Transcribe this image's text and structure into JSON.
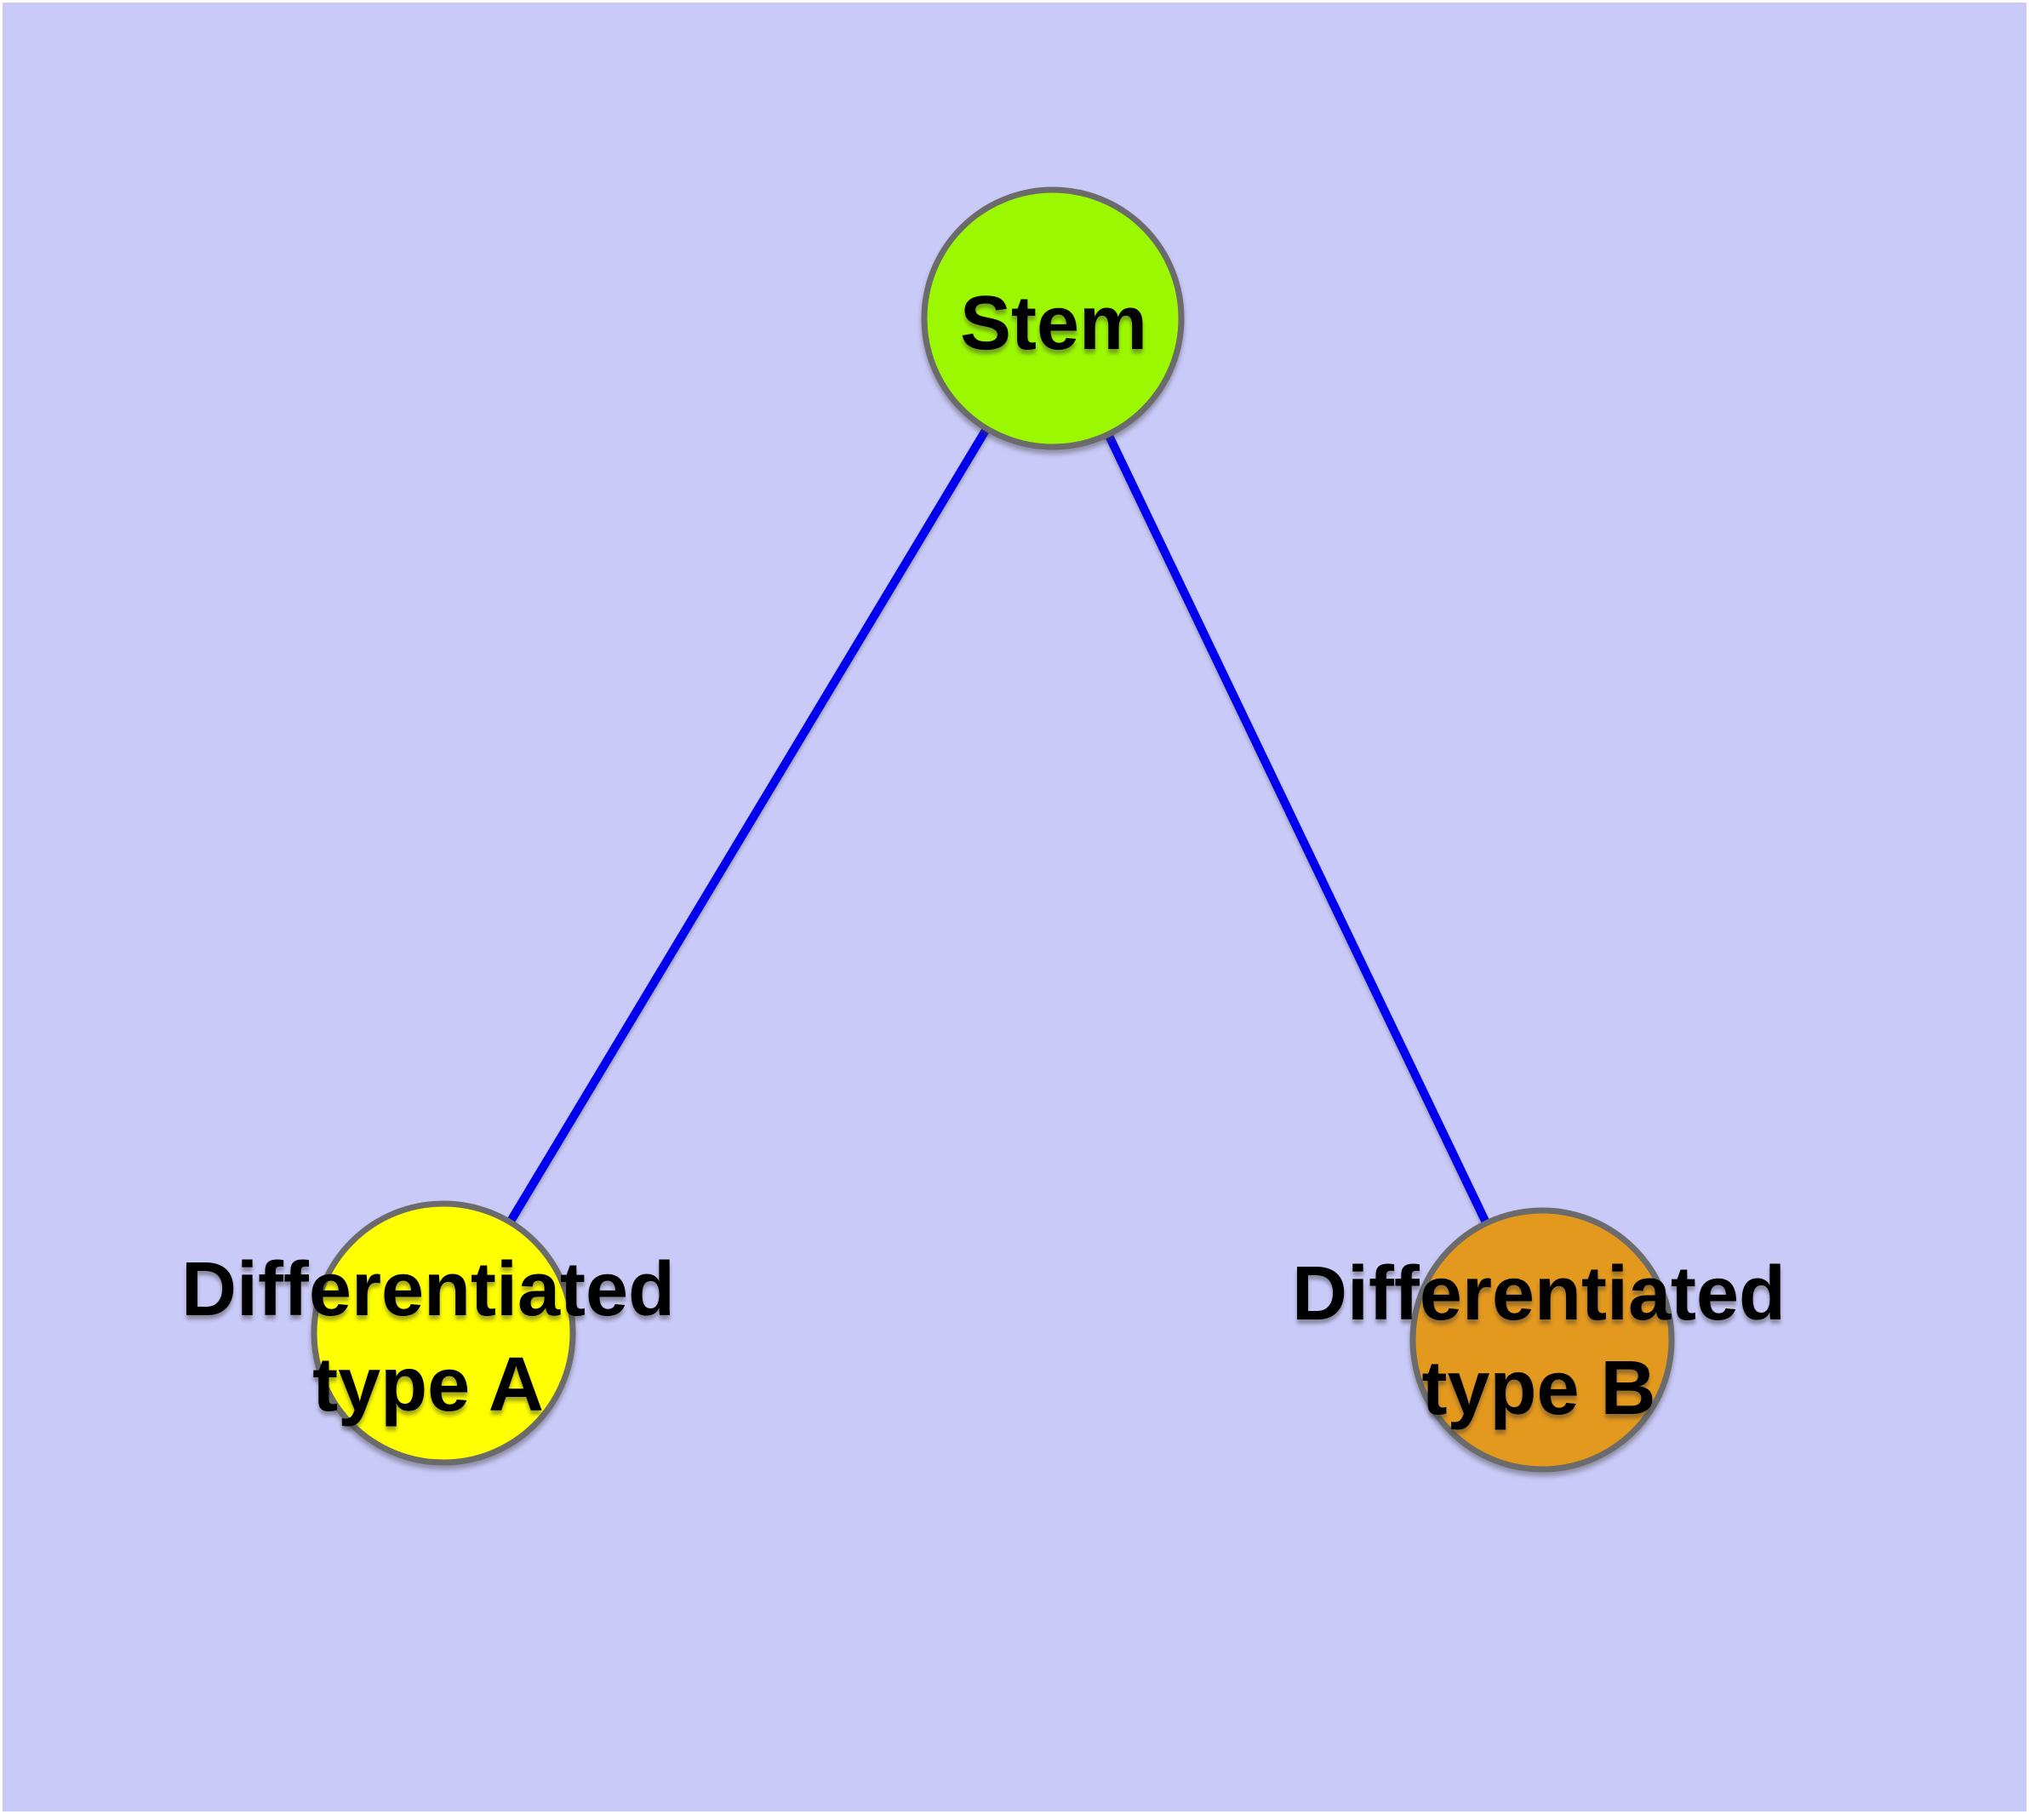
{
  "diagram": {
    "type": "node-link-graph",
    "title": "",
    "background_color": "#CACAF9",
    "page_margin_color": "#FFFFFF",
    "edge_color": "#0000EE",
    "node_border_color": "#6B6B6B",
    "label_color": "#000000",
    "nodes": [
      {
        "id": "stem",
        "label": "Stem",
        "label_lines": [
          "Stem"
        ],
        "fill": "#9BF800"
      },
      {
        "id": "differentiated-type-a",
        "label": "Differentiated type A",
        "label_lines": [
          "Differentiated",
          "type A"
        ],
        "fill": "#FFFF00"
      },
      {
        "id": "differentiated-type-b",
        "label": "Differentiated type B",
        "label_lines": [
          "Differentiated",
          "type B"
        ],
        "fill": "#E3981E"
      }
    ],
    "edges": [
      {
        "from": "Stem",
        "to": "Differentiated type A"
      },
      {
        "from": "Stem",
        "to": "Differentiated type B"
      }
    ]
  }
}
